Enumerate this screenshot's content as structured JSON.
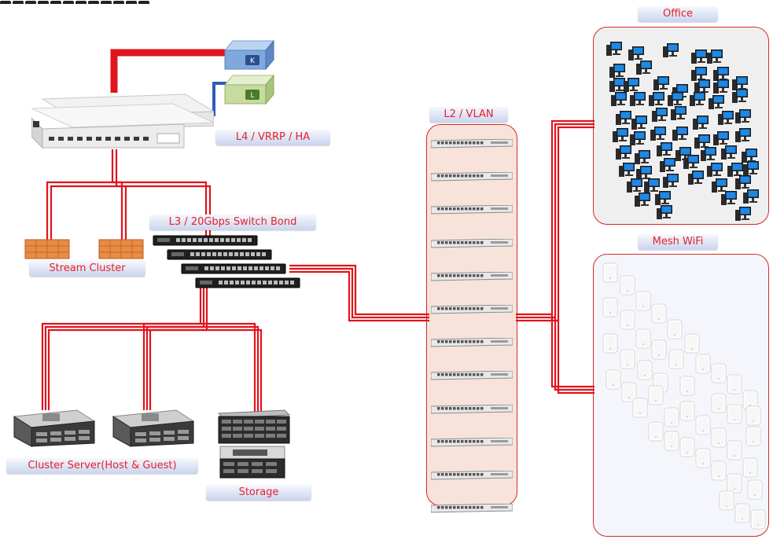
{
  "labels": {
    "l4": "L4 / VRRP / HA",
    "l3": "L3 / 20Gbps Switch Bond",
    "l2": "L2 / VLAN",
    "stream": "Stream Cluster",
    "cluster_server": "Cluster Server(Host & Guest)",
    "storage": "Storage",
    "office": "Office",
    "mesh": "Mesh WiFi"
  },
  "badges": {
    "k": "K",
    "l": "L"
  },
  "colors": {
    "wire": "#e0141c",
    "wire_blue": "#2e5cb8",
    "panel_border": "#d42a2a",
    "l2_fill": "#f7e3d9",
    "office_fill": "#efefef",
    "mesh_fill": "#f4f6fb",
    "label_text": "#e8202a"
  },
  "icons": [
    "router-icon",
    "switch-icon",
    "server-icon",
    "storage-icon",
    "desktop-pc-icon",
    "wifi-ap-icon"
  ]
}
